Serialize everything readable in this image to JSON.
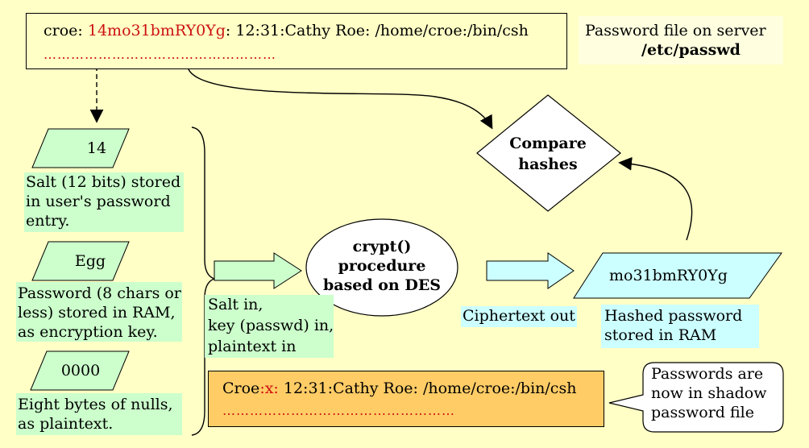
{
  "passwd_line": {
    "user": "croe: ",
    "salt": "14",
    "hash": "mo31bmRY0Yg",
    "rest": ": 12:31:Cathy Roe: /home/croe:/bin/csh",
    "dots": "……………………………………………"
  },
  "server_label": {
    "line1": "Password file on server",
    "line2": "/etc/passwd"
  },
  "compare": {
    "line1": "Compare",
    "line2": "hashes"
  },
  "salt_block": {
    "value": "14",
    "caption": [
      "Salt (12 bits) stored",
      "in user's password",
      "entry."
    ]
  },
  "password_block": {
    "value": "Egg",
    "caption": [
      "Password (8 chars or",
      "less) stored in RAM,",
      "as encryption key."
    ]
  },
  "nulls_block": {
    "value": "0000",
    "caption": [
      "Eight bytes of nulls,",
      "as plaintext."
    ]
  },
  "inputs_caption": [
    "Salt in,",
    "key (passwd) in,",
    "plaintext in"
  ],
  "crypt": {
    "line1": "crypt()",
    "line2": "procedure",
    "line3": "based on DES"
  },
  "ciphertext_label": "Ciphertext out",
  "hashed": {
    "value": "mo31bmRY0Yg",
    "caption": [
      "Hashed password",
      "stored in RAM"
    ]
  },
  "shadow_line": {
    "user": "Croe",
    "x": ":x:",
    "rest": " 12:31:Cathy Roe: /home/croe:/bin/csh",
    "dots": "……………………………………………"
  },
  "callout": [
    "Passwords are",
    "now in shadow",
    "password file"
  ],
  "colors": {
    "background": "#ffffc6",
    "pale_green": "#ccffcc",
    "pale_cyan": "#ccffff",
    "orange": "#ffcc66",
    "red_text": "#cc1111"
  }
}
